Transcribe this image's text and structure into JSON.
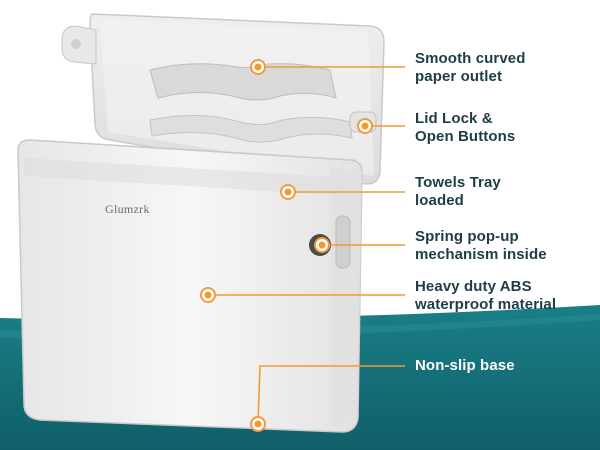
{
  "product": {
    "brand_label": "Glumzrk"
  },
  "colors": {
    "accent_orange": "#f29a38",
    "teal_background": "#136f79",
    "text_dark": "#1f3d45",
    "dispenser_white": "#f2f2f2"
  },
  "callouts": [
    {
      "line1": "Smooth curved",
      "line2": "paper outlet"
    },
    {
      "line1": "Lid Lock &",
      "line2": "Open Buttons"
    },
    {
      "line1": "Towels Tray",
      "line2": "loaded"
    },
    {
      "line1": "Spring pop-up",
      "line2": "mechanism inside"
    },
    {
      "line1": "Heavy duty ABS",
      "line2": "waterproof material"
    },
    {
      "line1": "Non-slip base",
      "line2": ""
    }
  ]
}
